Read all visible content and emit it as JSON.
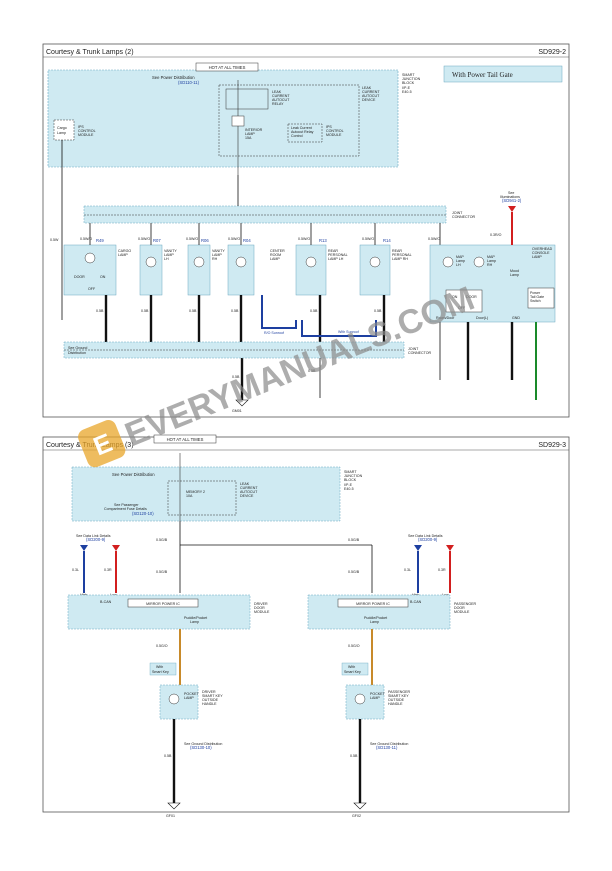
{
  "page1": {
    "title": "Courtesy & Trunk Lamps (2)",
    "code": "SD929-2",
    "hot_label": "HOT AT ALL TIMES",
    "banner": "With Power Tail Gate",
    "see_power": "See Power Distribution",
    "see_power_ref": "(SD110-11)",
    "sjb": [
      "SMART",
      "JUNCTION",
      "BLOCK",
      "I/P-E",
      "E40-5"
    ],
    "leak_device": [
      "LEAK",
      "CURRENT",
      "AUTOCUT",
      "DEVICE"
    ],
    "leak_relay": [
      "LEAK",
      "CURRENT",
      "AUTOCUT",
      "RELAY"
    ],
    "leak_relay_ctrl": [
      "Leak Current",
      "Autocut Relay",
      "Control"
    ],
    "ips_module": [
      "IPS",
      "CONTROL",
      "MODULE"
    ],
    "ips_module2": [
      "IPS",
      "CONTROL",
      "MODULE"
    ],
    "cargo_box": [
      "Cargo",
      "Lamp"
    ],
    "interior_lamp": [
      "INTERIOR",
      "LAMP",
      "15A"
    ],
    "joint_connector": [
      "JOINT",
      "CONNECTOR"
    ],
    "see_illum": [
      "See",
      "Illuminations",
      "(SD941-2)"
    ],
    "lamps": [
      {
        "name": [
          "CARGO",
          "LAMP"
        ],
        "conn": "R49"
      },
      {
        "name": [
          "VANITY",
          "LAMP",
          "LH"
        ],
        "conn": "R07"
      },
      {
        "name": [
          "VANITY",
          "LAMP",
          "RH"
        ],
        "conn": "R06"
      },
      {
        "name": [
          "CENTER",
          "ROOM",
          "LAMP"
        ],
        "conn": "R04"
      },
      {
        "name": [
          "REAR",
          "PERSONAL",
          "LAMP LH"
        ],
        "conn": "R13"
      },
      {
        "name": [
          "REAR",
          "PERSONAL",
          "LAMP RH"
        ],
        "conn": "R14"
      }
    ],
    "overhead": [
      "OVERHEAD",
      "CONSOLE",
      "LAMP"
    ],
    "map_lamp_lh": [
      "MAP",
      "Lamp",
      "LH"
    ],
    "map_lamp_rh": [
      "MAP",
      "Lamp",
      "RH"
    ],
    "mood_lamp": [
      "Mood",
      "Lamp"
    ],
    "room_door": "Room/Door",
    "door_l": "Door(L)",
    "gnd": "GND",
    "power_tail": [
      "Power",
      "Tail Gate",
      "Switch"
    ],
    "door": "DOOR",
    "on": "ON",
    "off": "OFF",
    "wire_rio": "R/O Sunroof",
    "wire_with": "With Sunroof",
    "see_ground": [
      "See Ground",
      "Distribution"
    ],
    "gm01": "GM01",
    "wires": [
      "0.5W",
      "0.5W/O",
      "0.5W/O",
      "0.5W/O",
      "0.5W/O",
      "0.5W/O",
      "0.5W/O",
      "0.5W/O",
      "0.3R/O",
      "0.5B",
      "0.5B",
      "0.5B",
      "0.5B",
      "0.5B",
      "0.5B",
      "0.5B",
      "0.5B"
    ]
  },
  "page2": {
    "title": "Courtesy & Trunk Lamps (3)",
    "code": "SD929-3",
    "hot_label": "HOT AT ALL TIMES",
    "see_power": "See Power Distribution",
    "see_passenger": [
      "See Passenger",
      "Compartment Fuse Details",
      "(SD120-10)"
    ],
    "memory": [
      "MEMORY 2",
      "10A"
    ],
    "leak_device": [
      "LEAK",
      "CURRENT",
      "AUTOCUT",
      "DEVICE"
    ],
    "sjb": [
      "SMART",
      "JUNCTION",
      "BLOCK",
      "I/P-E",
      "E40-5"
    ],
    "see_data_l": [
      "See Data Link Details",
      "(SD200-9)"
    ],
    "see_data_r": [
      "See Data Link Details",
      "(SD200-9)"
    ],
    "high": "High",
    "low": "Low",
    "bcan": "B-CAN",
    "mirror_ic": "MIRROR POWER IC",
    "puddle": [
      "Puddle/Pocket",
      "Lamp"
    ],
    "driver_module": [
      "DRIVER",
      "DOOR",
      "MODULE"
    ],
    "pass_module": [
      "PASSENGER",
      "DOOR",
      "MODULE"
    ],
    "with_smart_key": [
      "With",
      "Smart Key"
    ],
    "pocket_lamp": [
      "POCKET",
      "LAMP"
    ],
    "driver_handle": [
      "DRIVER",
      "SMART KEY",
      "OUTSIDE",
      "HANDLE"
    ],
    "pass_handle": [
      "PASSENGER",
      "SMART KEY",
      "OUTSIDE",
      "HANDLE"
    ],
    "see_ground_l": [
      "See Ground Distribution",
      "(SD130-10)"
    ],
    "see_ground_r": [
      "See Ground Distribution",
      "(SD130-11)"
    ],
    "gf01": "GF01",
    "gf02": "GF02",
    "wires_l": [
      "0.5G/B",
      "0.5G/B",
      "0.3L",
      "0.3R",
      "0.5G/O",
      "0.5B"
    ],
    "wires_r": [
      "0.5G/B",
      "0.5G/B",
      "0.3L",
      "0.3R",
      "0.5G/O",
      "0.5B"
    ]
  },
  "watermark": "EVERYMANUALS.COM",
  "colors": {
    "panel": "#cfeaf2",
    "wire_black": "#111111",
    "wire_blue": "#1d3fa0",
    "wire_red": "#d21f1f",
    "wire_green": "#1a8a2a",
    "wire_orange": "#c88a2a",
    "watermark": "#8a8a8a",
    "watermark_logo": "#e8a52a"
  }
}
